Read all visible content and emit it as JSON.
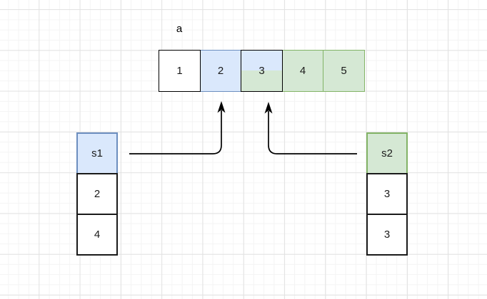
{
  "colors": {
    "blue_fill": "#dae8fc",
    "blue_stroke": "#6c8ebf",
    "green_fill": "#d5e8d4",
    "green_stroke": "#82b366",
    "black_stroke": "#000000",
    "grid_minor": "#f4f4f4",
    "grid_major": "#e2e2e2",
    "canvas_background": "#ffffff"
  },
  "array": {
    "label": "a",
    "cells": [
      {
        "value": "1",
        "fill": "white"
      },
      {
        "value": "2",
        "fill": "blue"
      },
      {
        "value": "3",
        "fill": "blue-top-green-bottom"
      },
      {
        "value": "4",
        "fill": "green"
      },
      {
        "value": "5",
        "fill": "green"
      }
    ]
  },
  "stacks": {
    "s1": {
      "label": "s1",
      "accent": "blue",
      "items": [
        "2",
        "4"
      ]
    },
    "s2": {
      "label": "s2",
      "accent": "green",
      "items": [
        "3",
        "3"
      ]
    }
  },
  "arrows": [
    {
      "name": "s1-arrow",
      "from": "s1",
      "points_to": "array-cell-2"
    },
    {
      "name": "s2-arrow",
      "from": "s2",
      "points_to": "array-cell-3"
    }
  ]
}
